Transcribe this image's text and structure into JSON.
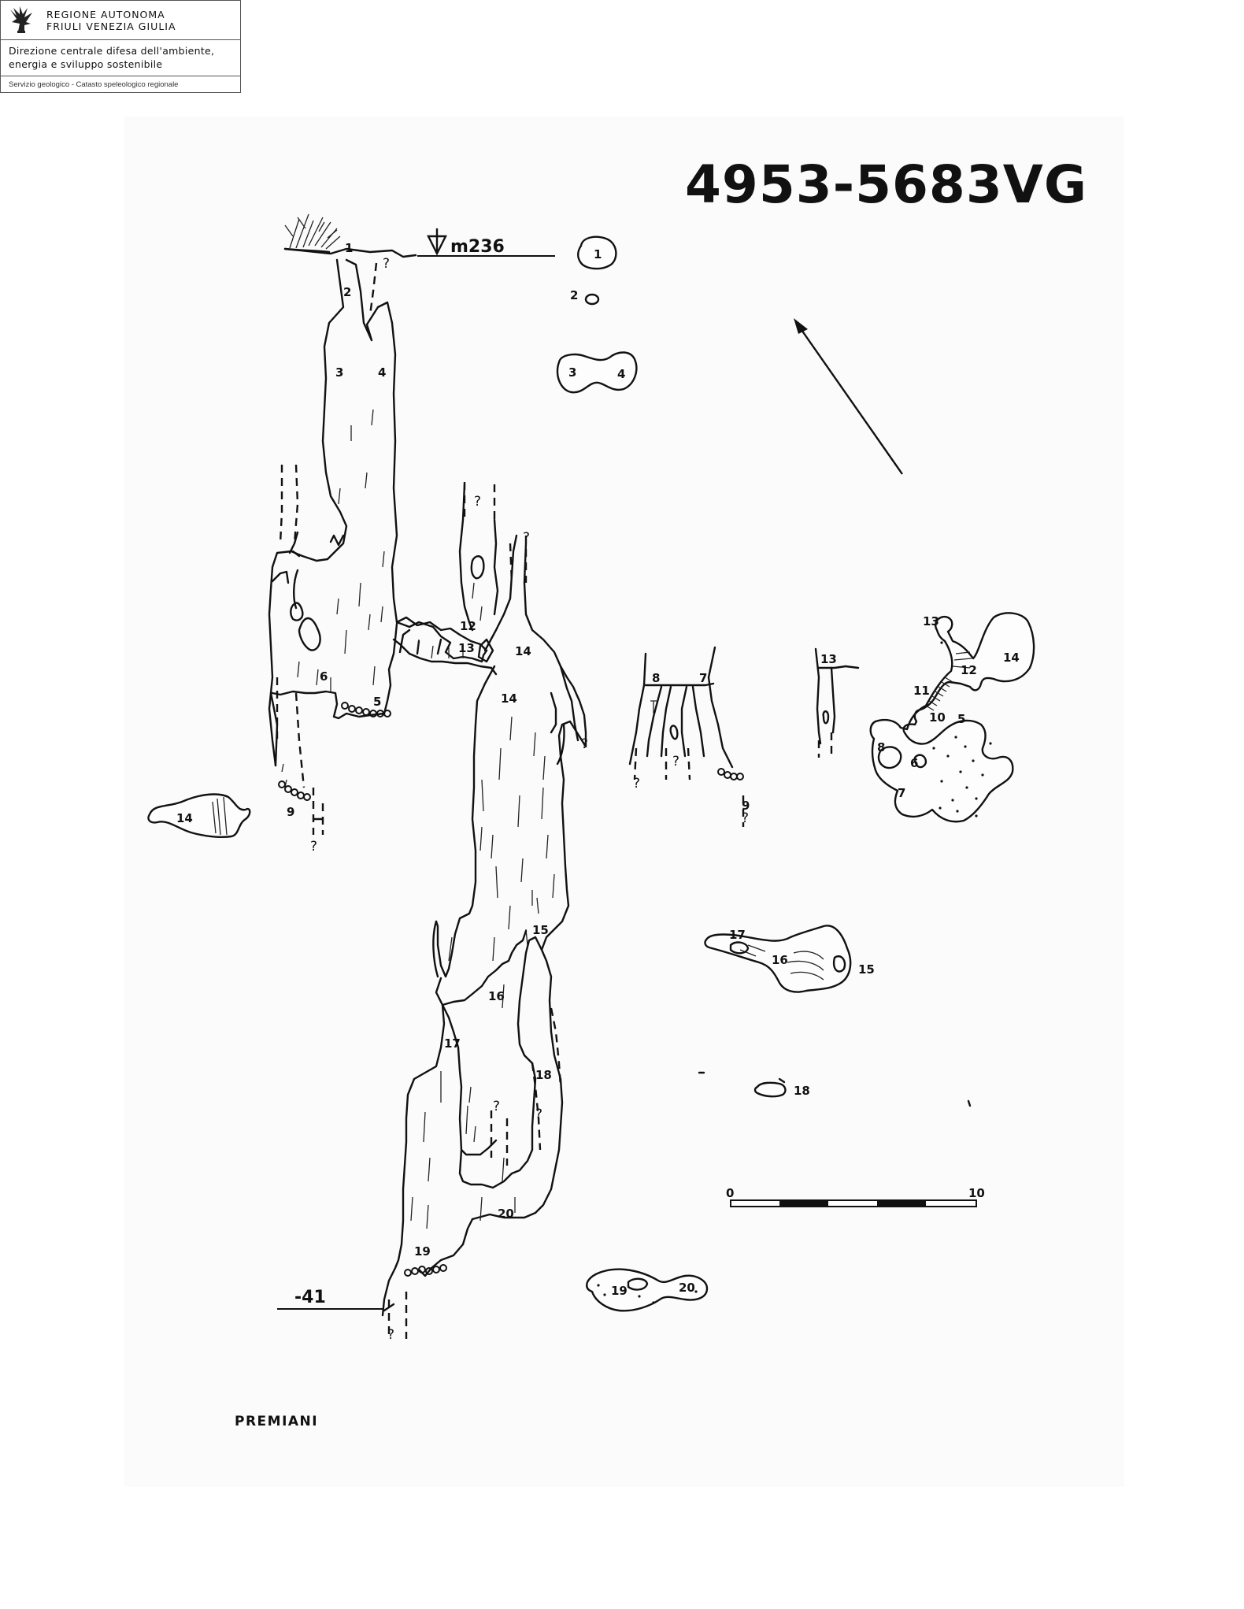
{
  "header": {
    "region_line1": "REGIONE AUTONOMA",
    "region_line2": "FRIULI VENEZIA GIULIA",
    "directorate_line1": "Direzione centrale difesa dell'ambiente,",
    "directorate_line2": "energia e sviluppo sostenibile",
    "service": "Servizio geologico - Catasto speleologico regionale",
    "logo_icon": "eagle-emblem-icon"
  },
  "survey": {
    "cave_code": "4953-5683VG",
    "cave_name": "PREMIANI",
    "entrance_elevation": "m236",
    "bottom_depth": "-41",
    "scale_start": "0",
    "scale_end": "10",
    "north_icon": "north-arrow-icon"
  },
  "profile_labels": [
    "1",
    "2",
    "3",
    "4",
    "5",
    "6",
    "9",
    "12",
    "13",
    "14",
    "14",
    "15",
    "16",
    "17",
    "18",
    "19",
    "20"
  ],
  "section_labels": [
    "1",
    "2",
    "3",
    "4",
    "14",
    "8",
    "7",
    "9",
    "13",
    "13",
    "14",
    "12",
    "11",
    "10",
    "5",
    "6",
    "7",
    "8",
    "17",
    "16",
    "15",
    "18",
    "19",
    "20"
  ],
  "unknown_mark": "?"
}
